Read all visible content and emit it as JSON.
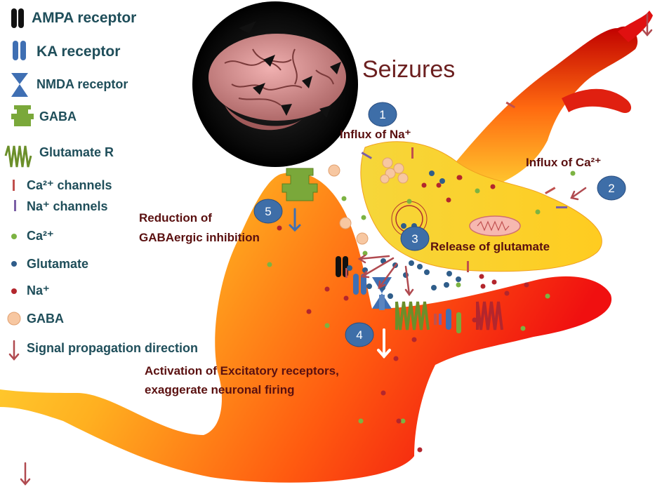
{
  "title": "Seizures",
  "legend": {
    "ampa": "AMPA receptor",
    "ka": "KA receptor",
    "nmda": "NMDA receptor",
    "gaba_receptor": "GABA",
    "glutamate_r": "Glutamate R",
    "ca_channels": "Ca²⁺ channels",
    "na_channels": "Na⁺ channels",
    "ca_ion": "Ca²⁺",
    "glutamate": "Glutamate",
    "na_ion": "Na⁺",
    "gaba_mol": "GABA",
    "signal": "Signal propagation direction"
  },
  "annotations": {
    "influx_na": "Influx of Na⁺",
    "influx_ca": "Influx of Ca²⁺",
    "release_glutamate": "Release of glutamate",
    "reduction_line1": "Reduction of",
    "reduction_line2": "GABAergic inhibition",
    "activation_line1": "Activation of Excitatory receptors,",
    "activation_line2": "exaggerate neuronal firing"
  },
  "steps": [
    "1",
    "2",
    "3",
    "4",
    "5"
  ],
  "colors": {
    "ca_ion": "#7cb342",
    "glutamate": "#2f5d8a",
    "na_ion": "#b3262d",
    "gaba": "#f7c7a1",
    "ampa": "#111111",
    "ka": "#3f6fb3",
    "glutamate_r": "#6b8f2a",
    "ca_channel": "#c0504d",
    "na_channel": "#7b5fa6",
    "step_badge": "#3e6ea8",
    "text_legend": "#1f4e5a",
    "title_text": "#6b1f1f"
  }
}
